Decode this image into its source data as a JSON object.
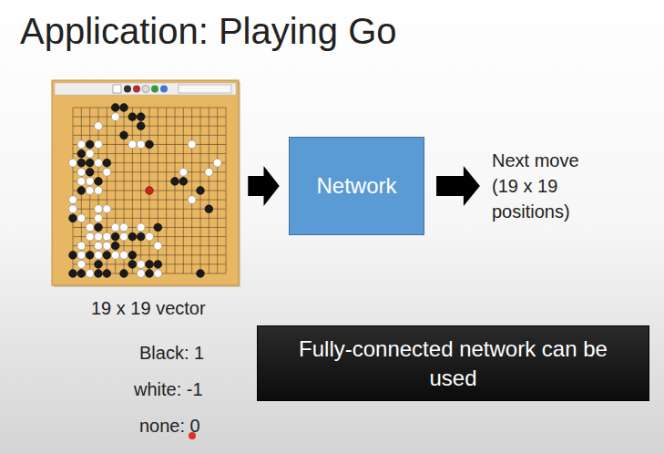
{
  "diagram": {
    "title": "Application: Playing Go",
    "nodes": [
      {
        "text": [
          "19 x 19 vector"
        ]
      },
      {
        "text": [
          "Network"
        ]
      },
      {
        "text": [
          "Next move (19 x 19 positions)"
        ]
      },
      {
        "text": [
          "Fully-connected network can be used"
        ]
      }
    ],
    "edges": [
      {
        "from": 0,
        "to": 1,
        "arrow": "to"
      },
      {
        "from": 1,
        "to": 2,
        "arrow": "to"
      }
    ],
    "labels": [
      "Black: 1",
      "white: -1",
      "none: 0"
    ]
  }
}
